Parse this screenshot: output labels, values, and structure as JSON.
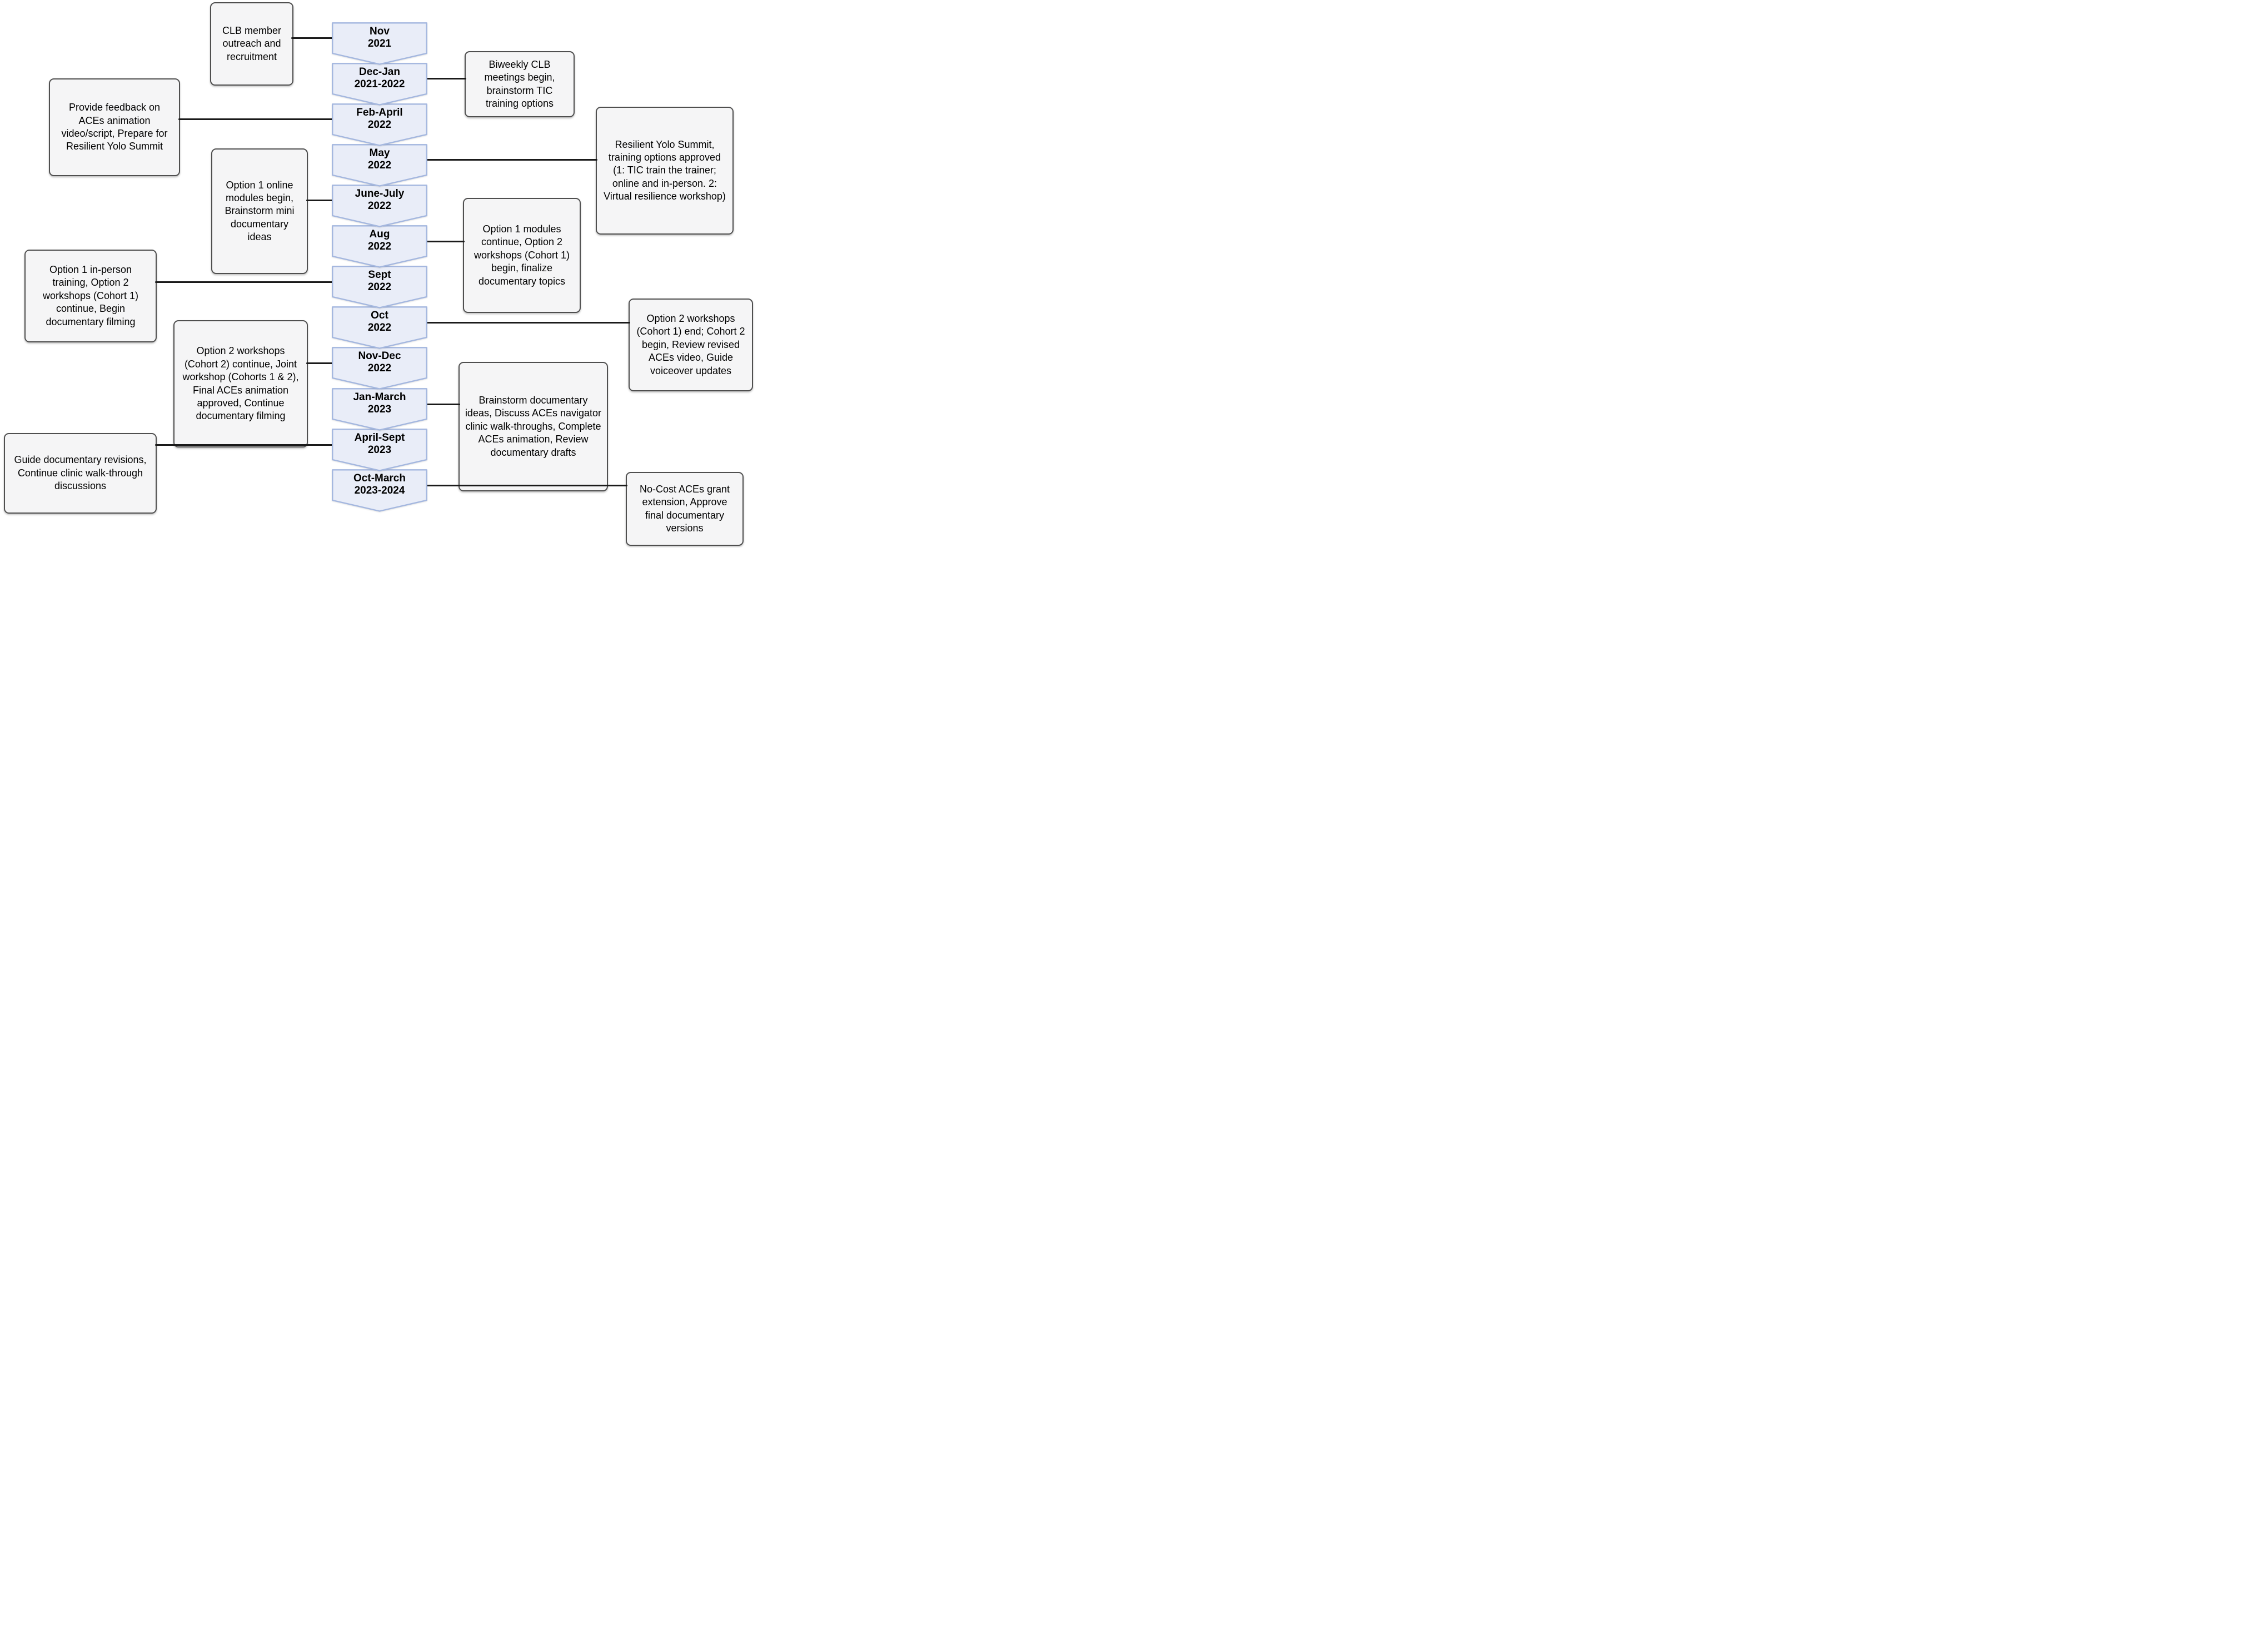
{
  "colors": {
    "chevron_fill": "#e9edf8",
    "chevron_border": "#a4b7df",
    "box_fill": "#f5f5f6",
    "box_border": "#4f4f4f",
    "connector": "#1a1a1a",
    "text": "#000000",
    "page_bg": "#ffffff"
  },
  "timeline": [
    {
      "line1": "Nov",
      "line2": "2021"
    },
    {
      "line1": "Dec-Jan",
      "line2": "2021-2022"
    },
    {
      "line1": "Feb-April",
      "line2": "2022"
    },
    {
      "line1": "May",
      "line2": "2022"
    },
    {
      "line1": "June-July",
      "line2": "2022"
    },
    {
      "line1": "Aug",
      "line2": "2022"
    },
    {
      "line1": "Sept",
      "line2": "2022"
    },
    {
      "line1": "Oct",
      "line2": "2022"
    },
    {
      "line1": "Nov-Dec",
      "line2": "2022"
    },
    {
      "line1": "Jan-March",
      "line2": "2023"
    },
    {
      "line1": "April-Sept",
      "line2": "2023"
    },
    {
      "line1": "Oct-March",
      "line2": "2023-2024"
    }
  ],
  "events": [
    {
      "side": "left",
      "text": "CLB member outreach and recruitment"
    },
    {
      "side": "right",
      "text": "Biweekly CLB meetings begin, brainstorm TIC training options"
    },
    {
      "side": "left",
      "text": "Provide feedback on ACEs animation video/script, Prepare for Resilient Yolo Summit"
    },
    {
      "side": "right",
      "text": "Resilient Yolo Summit, training options approved (1: TIC train the trainer; online and in-person. 2: Virtual resilience workshop)"
    },
    {
      "side": "left",
      "text": "Option 1 online modules begin, Brainstorm mini documentary ideas"
    },
    {
      "side": "right",
      "text": "Option 1 modules continue, Option 2 workshops (Cohort 1) begin, finalize documentary topics"
    },
    {
      "side": "left",
      "text": "Option 1 in-person training, Option 2 workshops (Cohort 1) continue, Begin documentary filming"
    },
    {
      "side": "right",
      "text": "Option 2 workshops (Cohort 1) end; Cohort 2 begin, Review revised ACEs video, Guide voiceover updates"
    },
    {
      "side": "left",
      "text": "Option 2 workshops (Cohort 2) continue, Joint workshop (Cohorts 1 & 2), Final ACEs animation approved, Continue documentary filming"
    },
    {
      "side": "right",
      "text": "Brainstorm documentary ideas, Discuss ACEs navigator clinic walk-throughs, Complete ACEs animation, Review documentary drafts"
    },
    {
      "side": "left",
      "text": "Guide documentary revisions, Continue clinic walk-through discussions"
    },
    {
      "side": "right",
      "text": "No-Cost ACEs grant extension, Approve final documentary versions"
    }
  ]
}
